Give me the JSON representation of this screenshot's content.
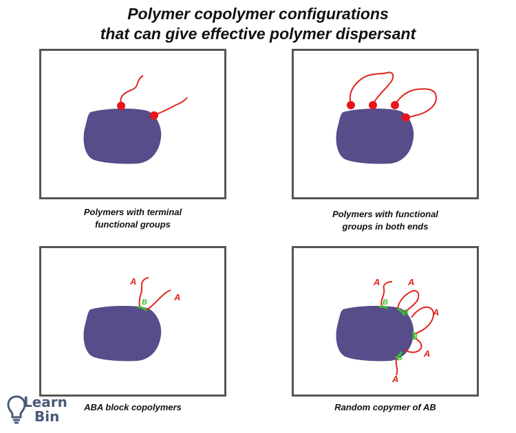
{
  "title": {
    "line1": "Polymer copolymer configurations",
    "line2": "that can give effective polymer dispersant"
  },
  "panels": [
    {
      "caption": [
        "Polymers with terminal",
        "functional groups"
      ]
    },
    {
      "caption": [
        "Polymers with functional",
        "groups in both ends"
      ]
    },
    {
      "caption": [
        "ABA block copolymers"
      ]
    },
    {
      "caption": [
        "Random copymer of AB"
      ]
    }
  ],
  "labels": {
    "a": "A",
    "b": "B"
  },
  "logo": {
    "line1": "Learn",
    "line2": "Bin"
  },
  "colors": {
    "particle": "#574d8a",
    "chain": "#e0241b",
    "anchor": "#e8141b",
    "block_b": "#3fbf2f",
    "frame": "#555555",
    "logo": "#4a5a78"
  }
}
